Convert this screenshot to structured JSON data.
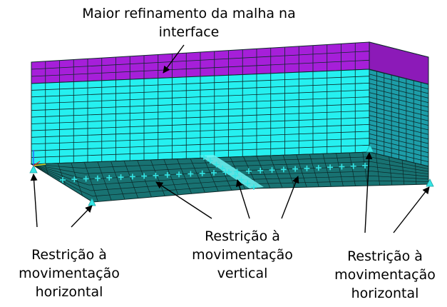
{
  "annotations": {
    "top": [
      "Maior refinamento da malha na",
      "interface"
    ],
    "left": [
      "Restrição à",
      "movimentação",
      "horizontal"
    ],
    "center": [
      "Restrição à",
      "movimentação",
      "vertical"
    ],
    "right": [
      "Restrição à",
      "movimentação",
      "horizontal"
    ]
  },
  "colors": {
    "interface_layer": "#a61fd9",
    "block": "#25f0f0",
    "base_plate": "#187272",
    "mesh_lines": "#0c2828",
    "support_markers": "#35e6e6",
    "arrows": "#000000"
  },
  "mesh": {
    "interface_columns": 24,
    "interface_rows": 3,
    "block_rows": 12,
    "base_columns": 30,
    "base_rows": 7
  },
  "icons": {
    "support": "triangle-support-icon",
    "vertical_restraint": "plus-marker-icon"
  }
}
